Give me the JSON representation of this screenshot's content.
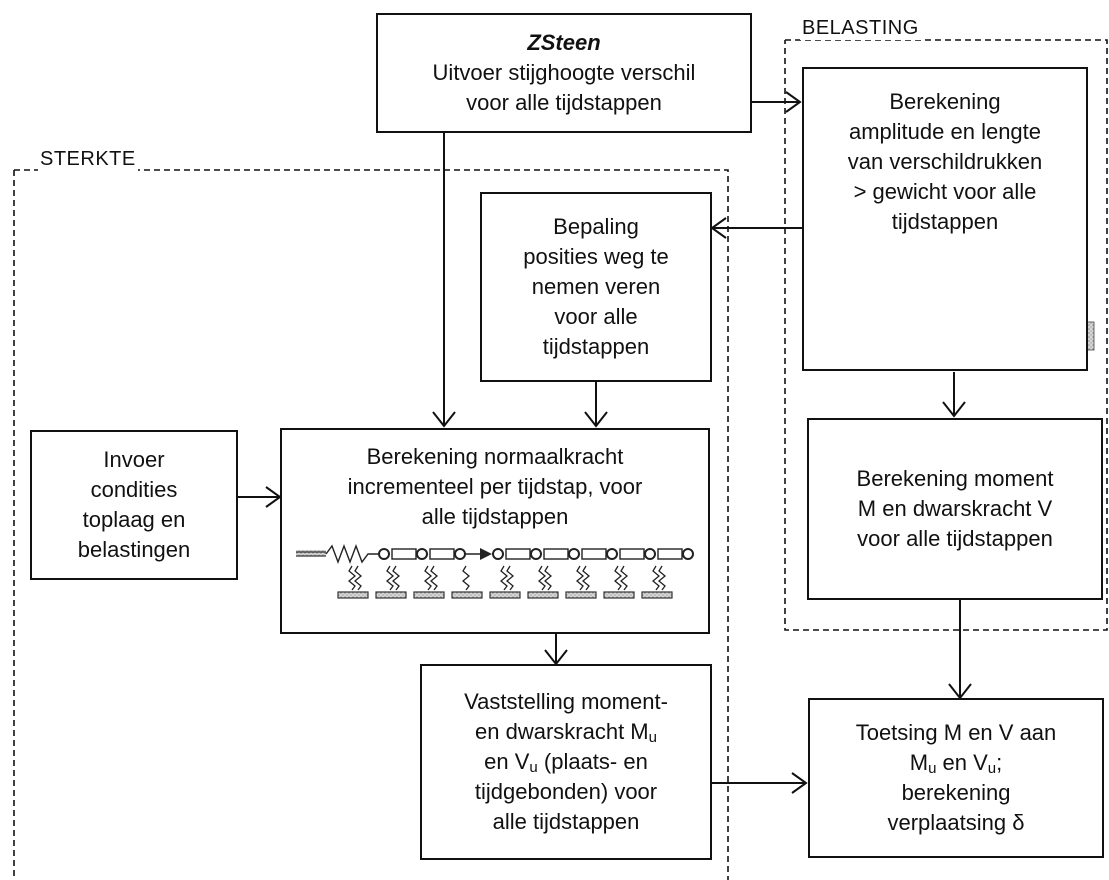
{
  "sections": {
    "sterkte": "STERKTE",
    "belasting": "BELASTING"
  },
  "boxes": {
    "zsteen": {
      "title": "ZSteen",
      "line1": "Uitvoer stijghoogte verschil",
      "line2": "voor alle tijdstappen"
    },
    "amplitude": {
      "line1": "Berekening",
      "line2": "amplitude en lengte",
      "line3": "van verschildrukken",
      "line4": "> gewicht voor alle",
      "line5": "tijdstappen"
    },
    "bepaling": {
      "line1": "Bepaling",
      "line2": "posities weg te",
      "line3": "nemen veren",
      "line4": "voor alle",
      "line5": "tijdstappen"
    },
    "invoer": {
      "line1": "Invoer",
      "line2": "condities",
      "line3": "toplaag en",
      "line4": "belastingen"
    },
    "normaalkracht": {
      "line1": "Berekening normaalkracht",
      "line2": "incrementeel per tijdstap, voor",
      "line3": "alle tijdstappen"
    },
    "moment": {
      "line1": "Berekening moment",
      "line2": "M en dwarskracht V",
      "line3": "voor alle tijdstappen"
    },
    "vaststelling": {
      "line1": "Vaststelling moment-",
      "line2a": "en dwarskracht M",
      "line2_sub": "u",
      "line3a": "en V",
      "line3_sub": "u",
      "line3b": " (plaats- en",
      "line4": "tijdgebonden) voor",
      "line5": "alle tijdstappen"
    },
    "toetsing": {
      "line1": "Toetsing M en V aan",
      "line2a": "M",
      "line2_sub1": "u",
      "line2b": " en V",
      "line2_sub2": "u",
      "line2c": ";",
      "line3": "berekening",
      "line4": "verplaatsing δ"
    }
  },
  "colors": {
    "line": "#111111",
    "hatch": "#b0b0b0"
  }
}
